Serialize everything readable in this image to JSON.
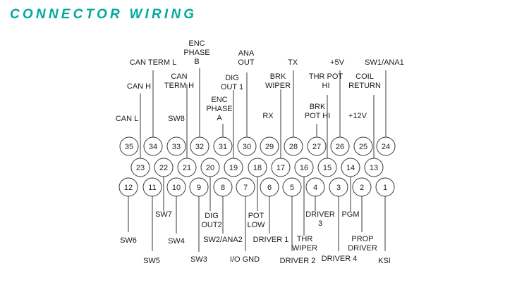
{
  "title": "CONNECTOR WIRING",
  "colors": {
    "title": "#00a99d",
    "ink": "#1a1a1a"
  },
  "pins": [
    "1",
    "2",
    "3",
    "4",
    "5",
    "6",
    "7",
    "8",
    "9",
    "10",
    "11",
    "12",
    "13",
    "14",
    "15",
    "16",
    "17",
    "18",
    "19",
    "20",
    "21",
    "22",
    "23",
    "24",
    "25",
    "26",
    "27",
    "28",
    "29",
    "30",
    "31",
    "32",
    "33",
    "34",
    "35"
  ],
  "labels": [
    {
      "pin": "35",
      "lines": [
        "CAN L"
      ]
    },
    {
      "pin": "23",
      "lines": [
        "CAN H"
      ]
    },
    {
      "pin": "34",
      "lines": [
        "CAN TERM L"
      ]
    },
    {
      "pin": "33",
      "lines": [
        "SW8"
      ]
    },
    {
      "pin": "21",
      "lines": [
        "CAN",
        "TERM H"
      ]
    },
    {
      "pin": "32",
      "lines": [
        "ENC",
        "PHASE",
        "B"
      ]
    },
    {
      "pin": "31",
      "lines": [
        "ENC",
        "PHASE",
        "A"
      ]
    },
    {
      "pin": "19",
      "lines": [
        "DIG",
        "OUT 1"
      ]
    },
    {
      "pin": "30",
      "lines": [
        "ANA",
        "OUT"
      ]
    },
    {
      "pin": "29",
      "lines": [
        "RX"
      ]
    },
    {
      "pin": "17",
      "lines": [
        "BRK",
        "WIPER"
      ]
    },
    {
      "pin": "28",
      "lines": [
        "TX"
      ]
    },
    {
      "pin": "27",
      "lines": [
        "BRK",
        "POT HI"
      ]
    },
    {
      "pin": "15",
      "lines": [
        "THR POT",
        "HI"
      ]
    },
    {
      "pin": "26",
      "lines": [
        "+5V"
      ]
    },
    {
      "pin": "25",
      "lines": [
        "+12V"
      ]
    },
    {
      "pin": "13",
      "lines": [
        "COIL",
        "RETURN"
      ]
    },
    {
      "pin": "24",
      "lines": [
        "SW1/ANA1"
      ]
    },
    {
      "pin": "12",
      "lines": [
        "SW6"
      ]
    },
    {
      "pin": "11",
      "lines": [
        "SW5"
      ]
    },
    {
      "pin": "22",
      "lines": [
        "SW7"
      ]
    },
    {
      "pin": "10",
      "lines": [
        "SW4"
      ]
    },
    {
      "pin": "9",
      "lines": [
        "SW3"
      ]
    },
    {
      "pin": "20",
      "lines": [
        "DIG",
        "OUT2"
      ]
    },
    {
      "pin": "8",
      "lines": [
        "SW2/ANA2"
      ]
    },
    {
      "pin": "7",
      "lines": [
        "I/O GND"
      ]
    },
    {
      "pin": "18",
      "lines": [
        "POT",
        "LOW"
      ]
    },
    {
      "pin": "6",
      "lines": [
        "DRIVER 1"
      ]
    },
    {
      "pin": "5",
      "lines": [
        "DRIVER 2"
      ]
    },
    {
      "pin": "16",
      "lines": [
        "THR",
        "WIPER"
      ]
    },
    {
      "pin": "4",
      "lines": [
        "DRIVER",
        "3"
      ]
    },
    {
      "pin": "3",
      "lines": [
        "DRIVER 4"
      ]
    },
    {
      "pin": "14",
      "lines": [
        "PGM"
      ]
    },
    {
      "pin": "2",
      "lines": [
        "PROP",
        "DRIVER"
      ]
    },
    {
      "pin": "1",
      "lines": [
        "KSI"
      ]
    }
  ]
}
